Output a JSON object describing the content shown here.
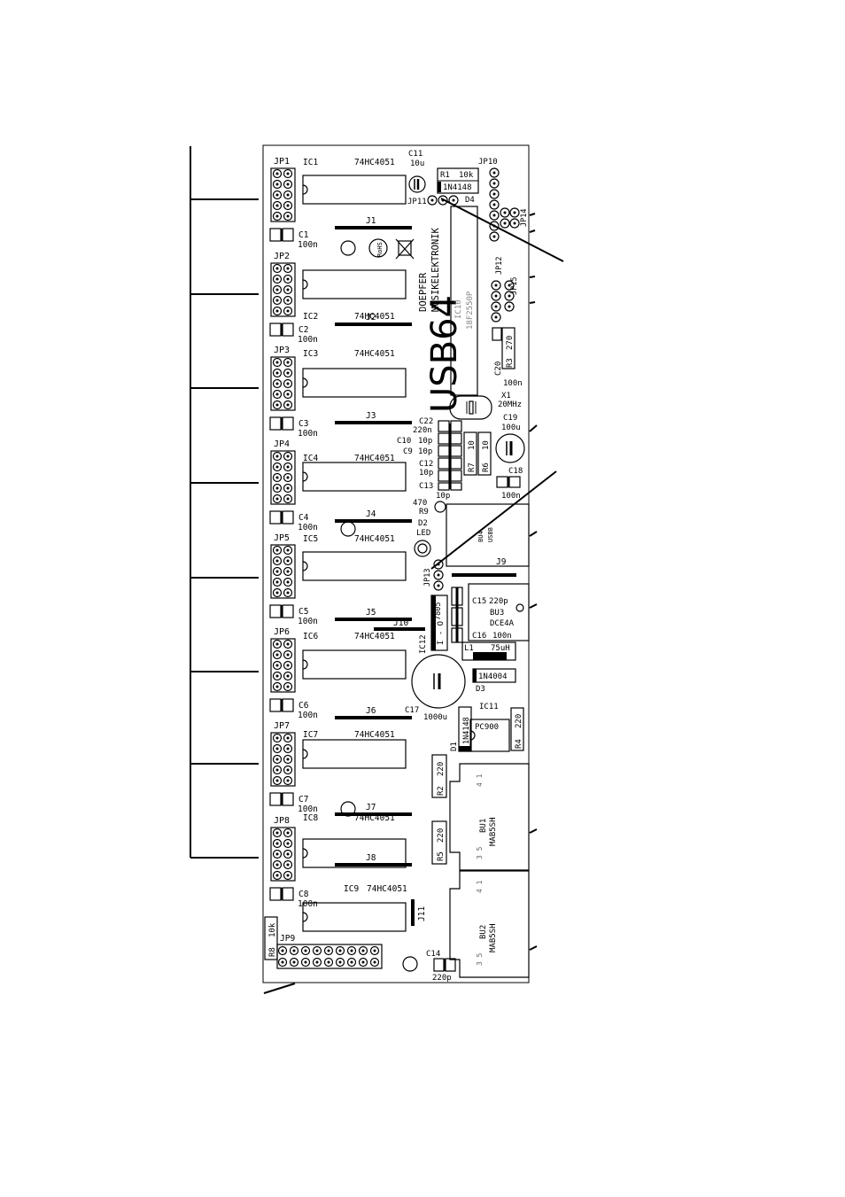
{
  "board": {
    "title": "USB64",
    "maker": [
      "DOEPFER",
      "MUSIKELEKTRONIK"
    ],
    "rohs": "RoHS"
  },
  "channels": [
    {
      "jp": "JP1",
      "ic": "IC1",
      "ic_type": "74HC4051",
      "cap": "C1",
      "cap_val": "100n",
      "jumper": "J1"
    },
    {
      "jp": "JP2",
      "ic": "IC2",
      "ic_type": "74HC4051",
      "cap": "C2",
      "cap_val": "100n",
      "jumper": "J2"
    },
    {
      "jp": "JP3",
      "ic": "IC3",
      "ic_type": "74HC4051",
      "cap": "C3",
      "cap_val": "100n",
      "jumper": "J3"
    },
    {
      "jp": "JP4",
      "ic": "IC4",
      "ic_type": "74HC4051",
      "cap": "C4",
      "cap_val": "100n",
      "jumper": "J4"
    },
    {
      "jp": "JP5",
      "ic": "IC5",
      "ic_type": "74HC4051",
      "cap": "C5",
      "cap_val": "100n",
      "jumper": "J5"
    },
    {
      "jp": "JP6",
      "ic": "IC6",
      "ic_type": "74HC4051",
      "cap": "C6",
      "cap_val": "100n",
      "jumper": "J6"
    },
    {
      "jp": "JP7",
      "ic": "IC7",
      "ic_type": "74HC4051",
      "cap": "C7",
      "cap_val": "100n",
      "jumper": "J7"
    },
    {
      "jp": "JP8",
      "ic": "IC8",
      "ic_type": "74HC4051",
      "cap": "C8",
      "cap_val": "100n",
      "jumper": "J8"
    }
  ],
  "ic9": {
    "name": "IC9",
    "type": "74HC4051"
  },
  "extra_jumpers": {
    "j10": "J10",
    "j11": "J11",
    "j9": "J9"
  },
  "parts": {
    "c11": "C11",
    "c11_val": "10u",
    "r1": "R1",
    "r1_val": "10k",
    "d4_val": "1N4148",
    "d4": "D4",
    "jp10": "JP10",
    "jp11": "JP11",
    "jp12": "JP12",
    "jp13": "JP13",
    "jp14": "JP14",
    "jp15": "JP15",
    "ic10": "IC10",
    "ic10_type": "18F2550P",
    "r3": "R3",
    "r3_val": "270",
    "c20": "C20",
    "c20_val": "100n",
    "x1": "X1",
    "x1_val": "20MHz",
    "c22": "C22",
    "c22_val": "220n",
    "c19": "C19",
    "c19_val": "100u",
    "c10": "C10",
    "c10_val": "10p",
    "c9": "C9",
    "c9_val": "10p",
    "c12": "C12",
    "c12_val": "10p",
    "c13": "C13",
    "c13_val": "10p",
    "r7": "R7",
    "r7_val": "10",
    "r6": "R6",
    "r6_val": "10",
    "c18": "C18",
    "c18_val": "100n",
    "r9": "R9",
    "r9_val": "470",
    "d2": "D2",
    "d2_val": "LED",
    "bu4": "BU4",
    "bu4_val": "USBB",
    "c15": "C15",
    "c15_val": "220p",
    "bu3": "BU3",
    "bu3_val": "DCE4A",
    "c16": "C16",
    "c16_val": "100n",
    "reg": "7805",
    "ic12": "IC12",
    "l1": "L1",
    "l1_val": "75uH",
    "d3": "D3",
    "d3_val": "1N4004",
    "c17": "C17",
    "c17_val": "1000u",
    "ic11": "IC11",
    "ic11_val": "PC900",
    "d1": "D1",
    "d1_val": "1N4148",
    "r4": "R4",
    "r4_val": "220",
    "r2": "R2",
    "r2_val": "220",
    "r5": "R5",
    "r5_val": "220",
    "bu1": "BU1",
    "bu1_val": "MAB5SH",
    "bu2": "BU2",
    "bu2_val": "MAB5SH",
    "din_pins_top": "4 1",
    "din_pins_bottom": "3 5",
    "r8": "R8",
    "r8_val": "10k",
    "jp9": "JP9",
    "c14": "C14",
    "c14_val": "220p"
  }
}
